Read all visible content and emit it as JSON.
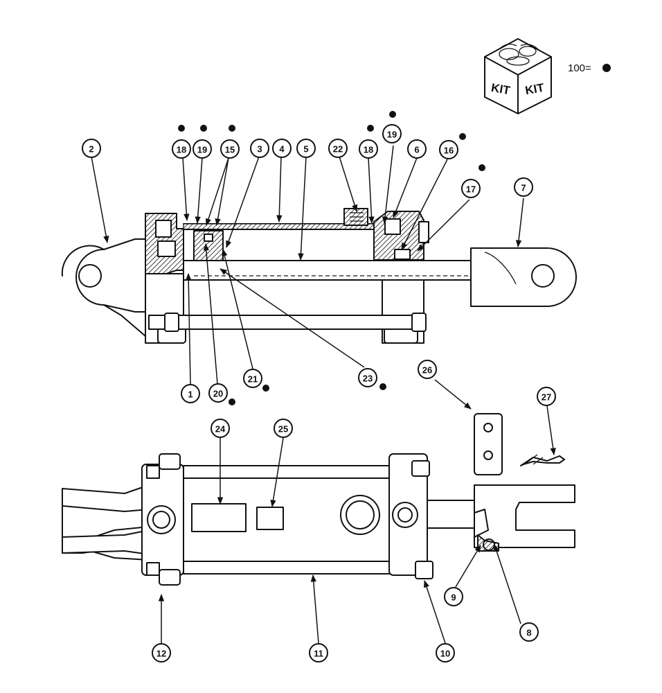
{
  "legend": {
    "kit_label_left": "KIT",
    "kit_label_right": "KIT",
    "kit_equals": "100="
  },
  "callouts": [
    {
      "id": "c2",
      "label": "2"
    },
    {
      "id": "c18a",
      "label": "18"
    },
    {
      "id": "c19a",
      "label": "19"
    },
    {
      "id": "c15",
      "label": "15"
    },
    {
      "id": "c3",
      "label": "3"
    },
    {
      "id": "c4",
      "label": "4"
    },
    {
      "id": "c5",
      "label": "5"
    },
    {
      "id": "c22",
      "label": "22"
    },
    {
      "id": "c18b",
      "label": "18"
    },
    {
      "id": "c19b",
      "label": "19"
    },
    {
      "id": "c6",
      "label": "6"
    },
    {
      "id": "c16",
      "label": "16"
    },
    {
      "id": "c17",
      "label": "17"
    },
    {
      "id": "c7",
      "label": "7"
    },
    {
      "id": "c1",
      "label": "1"
    },
    {
      "id": "c20",
      "label": "20"
    },
    {
      "id": "c21",
      "label": "21"
    },
    {
      "id": "c23",
      "label": "23"
    },
    {
      "id": "c26",
      "label": "26"
    },
    {
      "id": "c27",
      "label": "27"
    },
    {
      "id": "c24",
      "label": "24"
    },
    {
      "id": "c25",
      "label": "25"
    },
    {
      "id": "c9",
      "label": "9"
    },
    {
      "id": "c8",
      "label": "8"
    },
    {
      "id": "c12",
      "label": "12"
    },
    {
      "id": "c11",
      "label": "11"
    },
    {
      "id": "c10",
      "label": "10"
    }
  ]
}
